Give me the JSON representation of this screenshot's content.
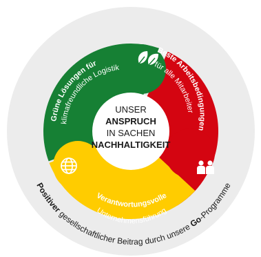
{
  "center": {
    "line1": "UNSER",
    "line2": "ANSPRUCH",
    "line3": "IN SACHEN",
    "line4": "NACHHALTIGKEIT"
  },
  "segments": [
    {
      "id": "green",
      "title": "Grüne Lösungen für",
      "subtitle": "klimafreundliche Logistik",
      "color": "#168034",
      "icon": "leaves-icon"
    },
    {
      "id": "red",
      "title": "Beste Arbeitsbedingungen",
      "subtitle": "für alle Mitarbeiter",
      "color": "#d40511",
      "icon": "people-icon"
    },
    {
      "id": "yellow",
      "title": "Verantwortungsvolle",
      "subtitle": "Unternehmensführung",
      "color": "#ffcc00",
      "icon": "globe-icon"
    }
  ],
  "outer_ring": {
    "bold1": "Positiver",
    "text1": " gesellschaftlicher Beitrag durch unsere ",
    "bold2": "Go",
    "text2": "-Programme"
  },
  "colors": {
    "outer_ring": "#ececec",
    "center_text": "#1a1a1a"
  }
}
